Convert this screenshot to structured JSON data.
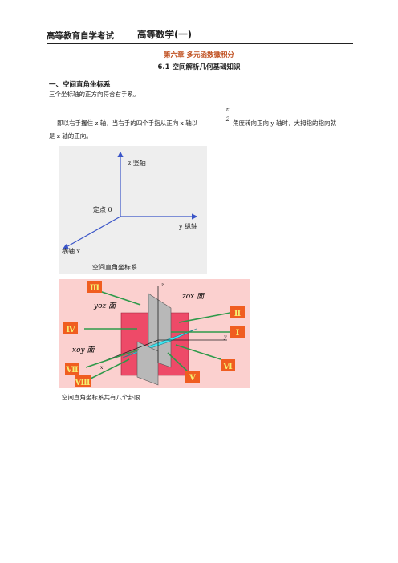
{
  "header": {
    "left": "高等教育自学考试",
    "right": "高等数学(一)"
  },
  "chapter_title": "第六章 多元函数微积分",
  "section_title": "6.1 空间解析几何基础知识",
  "subheading": "一、空间直角坐标系",
  "paragraph1": "三个坐标轴的正方向符合右手系。",
  "paragraph2_part1": "即以右手握住 z 轴，当右手的四个手指从正向 x 轴以",
  "fraction": {
    "numerator": "π",
    "denominator": "2"
  },
  "paragraph2_part2": "角度转向正向 y 轴时，大拇指的指向就",
  "paragraph2_line2": "是 z 轴的正向。",
  "figure1": {
    "z_label": "z 竖轴",
    "origin_label": "定点 0",
    "y_label": "y 纵轴",
    "x_label": "横轴 x",
    "caption": "空间直角坐标系"
  },
  "figure2": {
    "plane_yoz": "yoz 面",
    "plane_zox": "zox 面",
    "plane_xoy": "xoy 面",
    "axis_z": "z",
    "axis_y": "y",
    "axis_x": "x",
    "octants": [
      "Ⅰ",
      "Ⅱ",
      "Ⅲ",
      "Ⅳ",
      "Ⅴ",
      "Ⅵ",
      "Ⅶ",
      "Ⅷ"
    ],
    "caption": "空间直角坐标系共有八个卦限"
  },
  "colors": {
    "axis_blue": "#3a55c8",
    "octant_box": "#f05d20",
    "octant_text": "#f4f070",
    "arrow_green": "#2e9a4a",
    "plane_red": "#ee4a68",
    "plane_grey": "#b8b8b8",
    "plane_cyan": "#3fe5f0"
  }
}
